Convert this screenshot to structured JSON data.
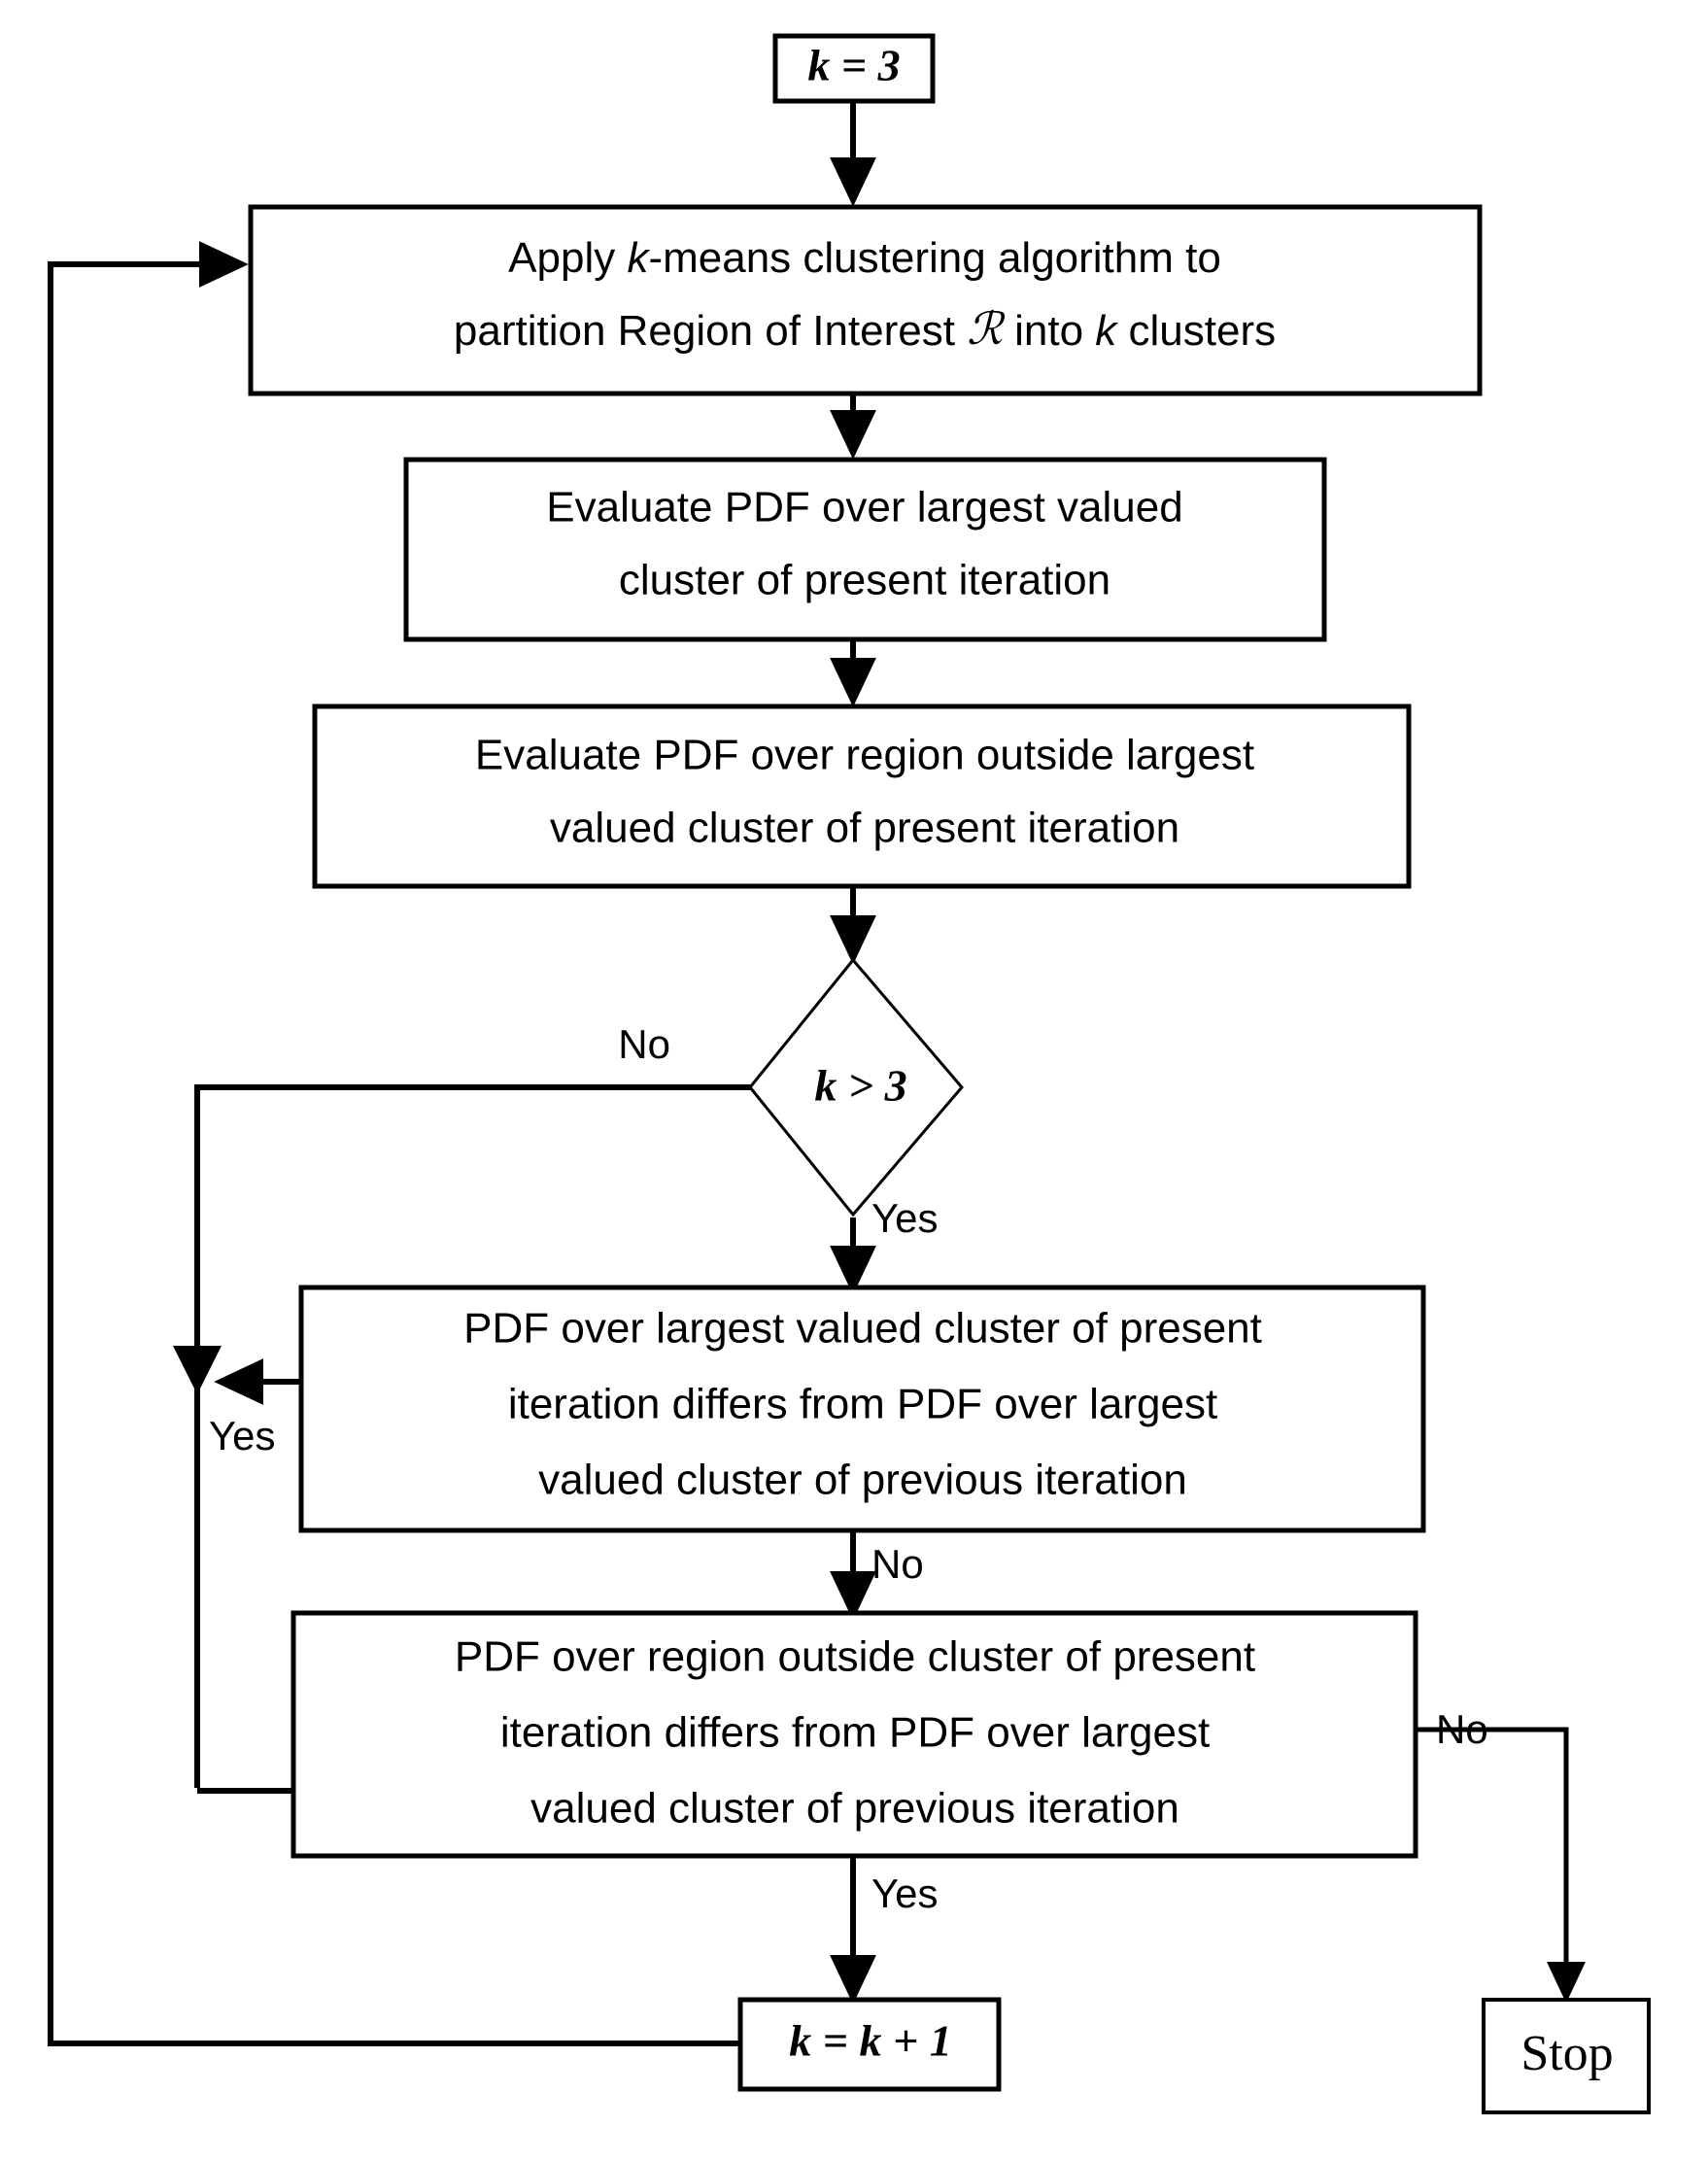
{
  "diagram": {
    "type": "flowchart",
    "title": "Iterative k-means clustering PDF comparison flowchart",
    "colors": {
      "stroke": "#000000",
      "fill": "#ffffff",
      "background": "#ffffff"
    },
    "nodes": {
      "start": {
        "shape": "rect",
        "text": "k = 3",
        "style": "math-italic"
      },
      "apply_kmeans": {
        "shape": "rect",
        "line1_a": "Apply ",
        "line1_k": "k",
        "line1_b": "-means clustering algorithm to",
        "line2_a": "partition Region of Interest ",
        "line2_R": "ℛ",
        "line2_b": " into ",
        "line2_k": "k",
        "line2_c": " clusters"
      },
      "eval_pdf_cluster": {
        "shape": "rect",
        "line1": "Evaluate PDF over largest valued",
        "line2": "cluster of present iteration"
      },
      "eval_pdf_outside": {
        "shape": "rect",
        "line1": "Evaluate PDF over region outside largest",
        "line2": "valued cluster of present iteration"
      },
      "decision_k_gt_3": {
        "shape": "diamond",
        "text": "k > 3",
        "style": "math-italic"
      },
      "pdf_largest_differs": {
        "shape": "rect",
        "line1": "PDF over largest valued cluster of present",
        "line2": "iteration differs from PDF over largest",
        "line3": "valued cluster of previous iteration"
      },
      "pdf_outside_differs": {
        "shape": "rect",
        "line1": "PDF over region outside cluster of present",
        "line2": "iteration differs from PDF over largest",
        "line3": "valued cluster of previous iteration"
      },
      "increment_k": {
        "shape": "rect",
        "text": "k = k + 1",
        "style": "math-italic"
      },
      "stop": {
        "shape": "rect",
        "text": "Stop",
        "style": "serif"
      }
    },
    "edge_labels": {
      "decision_no": "No",
      "decision_yes": "Yes",
      "largest_differs_yes": "Yes",
      "largest_differs_no": "No",
      "outside_differs_yes": "Yes",
      "outside_differs_no": "No"
    }
  }
}
